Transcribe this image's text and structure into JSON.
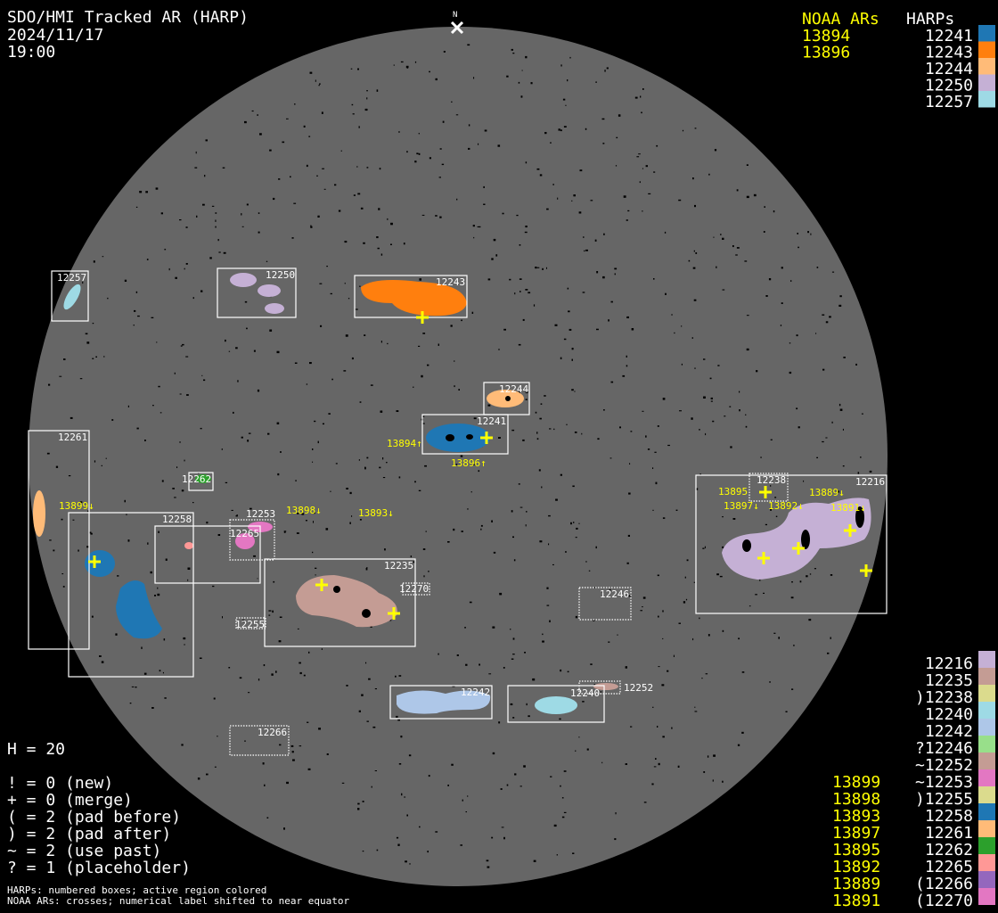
{
  "header": {
    "title": "SDO/HMI Tracked AR (HARP)",
    "date": "2024/11/17",
    "time": "19:00",
    "north_label": "N"
  },
  "legend_top": {
    "noaa_header": "NOAA ARs",
    "harps_header": "HARPs",
    "noaa": [
      "13894",
      "13896"
    ],
    "harps": [
      {
        "label": "12241",
        "color": "#1f77b4"
      },
      {
        "label": "12243",
        "color": "#ff7f0e"
      },
      {
        "label": "12244",
        "color": "#ffbb78"
      },
      {
        "label": "12250",
        "color": "#c5b0d5"
      },
      {
        "label": "12257",
        "color": "#9edae5"
      }
    ]
  },
  "legend_bottom": {
    "noaa": [
      "13899",
      "13898",
      "13893",
      "13897",
      "13895",
      "13892",
      "13889",
      "13891"
    ],
    "harps": [
      {
        "label": "12216",
        "color": "#c5b0d5"
      },
      {
        "label": "12235",
        "color": "#c49c94"
      },
      {
        "label": ")12238",
        "color": "#dbdb8d"
      },
      {
        "label": "12240",
        "color": "#9edae5"
      },
      {
        "label": "12242",
        "color": "#aec7e8"
      },
      {
        "label": "?12246",
        "color": "#98df8a"
      },
      {
        "label": "~12252",
        "color": "#c49c94"
      },
      {
        "label": "~12253",
        "color": "#e377c2"
      },
      {
        "label": ")12255",
        "color": "#dbdb8d"
      },
      {
        "label": "12258",
        "color": "#1f77b4"
      },
      {
        "label": "12261",
        "color": "#ffbb78"
      },
      {
        "label": "12262",
        "color": "#2ca02c"
      },
      {
        "label": "12265",
        "color": "#ff9896"
      },
      {
        "label": "(12266",
        "color": "#9467bd"
      },
      {
        "label": "(12270",
        "color": "#e377c2"
      }
    ]
  },
  "stats": {
    "h": "H = 20",
    "lines": [
      "! = 0 (new)",
      "+ = 0 (merge)",
      "( = 2 (pad before)",
      ") = 2 (pad after)",
      "~ = 2 (use past)",
      "? = 1 (placeholder)"
    ]
  },
  "notes": [
    "HARPs: numbered boxes; active region colored",
    "NOAA ARs: crosses; numerical label shifted to near equator"
  ],
  "disk": {
    "harp_labels": [
      "12257",
      "12250",
      "12243",
      "12244",
      "12241",
      "12261",
      "12262",
      "12258",
      "12265",
      "12253",
      "12235",
      "12270",
      "12255",
      "12246",
      "12216",
      "12238",
      "12242",
      "12240",
      "12252",
      "12266"
    ],
    "noaa_labels": [
      "13894↑",
      "13896↑",
      "13899↓",
      "13898↓",
      "13893↓",
      "13895",
      "13897↓",
      "13892↓",
      "13889↓",
      "13891↓"
    ]
  }
}
